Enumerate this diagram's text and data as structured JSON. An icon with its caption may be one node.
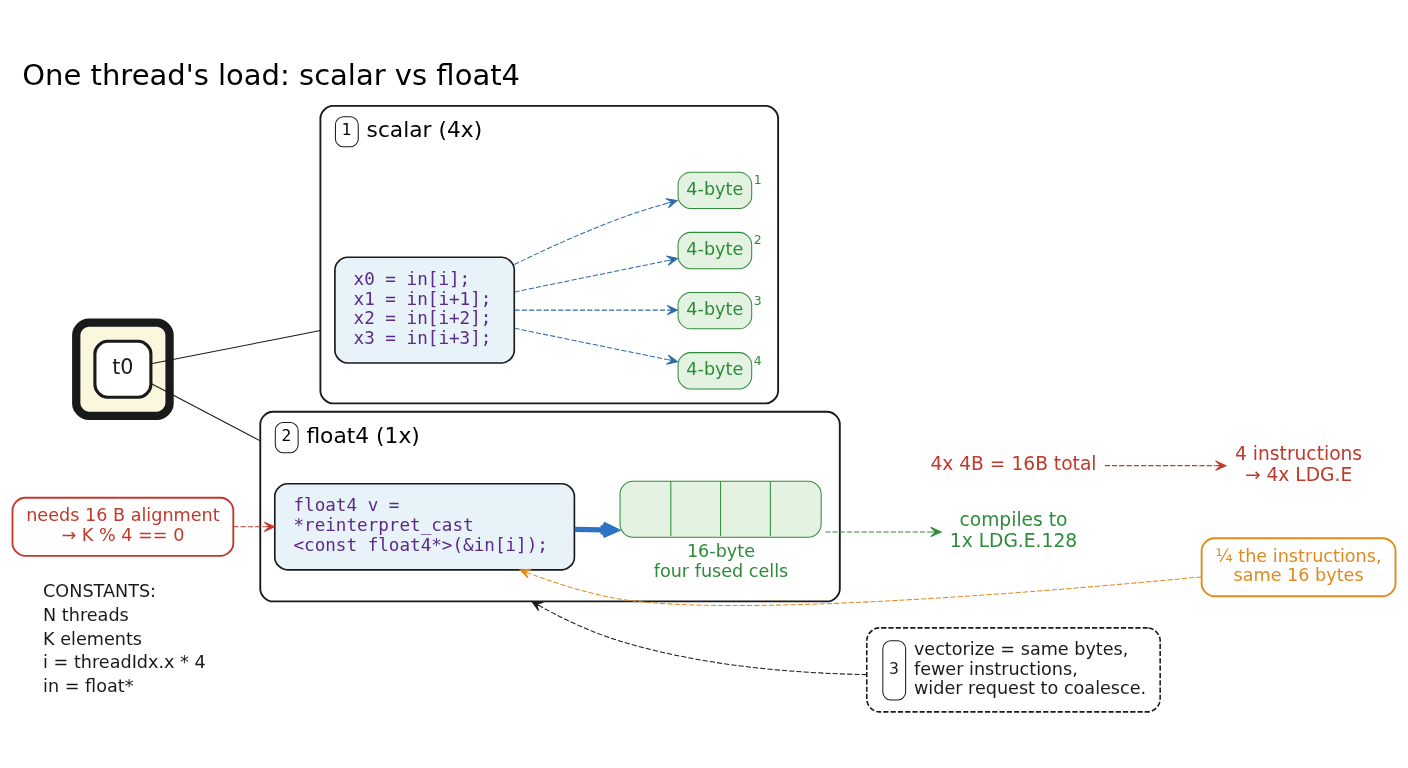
{
  "diagram": {
    "title": "One thread's load: scalar vs float4",
    "nodes": [
      {
        "text": [],
        "shape": "picture"
      },
      {
        "text": [
          "t0"
        ],
        "in": 0
      },
      {
        "text": [
          "1",
          "scalar (4x)"
        ]
      },
      {
        "text": [
          "x0 = in[i];",
          "x1 = in[i+1];",
          "x2 = in[i+2];",
          "x3 = in[i+3];"
        ],
        "in": 2
      },
      {
        "text": [
          "4-byte"
        ],
        "beside": [
          "1"
        ],
        "in": 2
      },
      {
        "text": [
          "4-byte"
        ],
        "beside": [
          "2"
        ],
        "in": 2
      },
      {
        "text": [
          "4-byte"
        ],
        "beside": [
          "3"
        ],
        "in": 2
      },
      {
        "text": [
          "4-byte"
        ],
        "beside": [
          "4"
        ],
        "in": 2
      },
      {
        "text": [
          "4 instructions → 4x LDG.E"
        ]
      },
      {
        "text": [
          "4x 4B = 16B total"
        ]
      },
      {
        "text": [
          "¼ the instructions, same 16 bytes"
        ]
      },
      {
        "text": [
          "2",
          "float4 (1x)"
        ]
      },
      {
        "text": [
          "float4 v = *reinterpret_cast <const float4*>(&in[i]);"
        ],
        "in": 11
      },
      {
        "text": [],
        "shape": "box",
        "beside": [
          "16-byte four fused cells"
        ],
        "in": 11
      },
      {
        "text": [
          "compiles to 1x LDG.E.128"
        ]
      },
      {
        "text": [
          "needs 16 B alignment → K % 4 == 0"
        ]
      },
      {
        "text": [
          "3",
          "vectorize = same bytes, fewer instructions, wider request to coalesce."
        ]
      }
    ],
    "edges": [
      {
        "from": 1,
        "to": 2,
        "arrow": "none",
        "color": "#1a1a1a"
      },
      {
        "from": 1,
        "to": 11,
        "arrow": "none",
        "color": "#1a1a1a"
      },
      {
        "from": 3,
        "to": 4,
        "arrow": "to",
        "style": "dashed",
        "color": "#2f6aa8"
      },
      {
        "from": 3,
        "to": 5,
        "arrow": "to",
        "style": "dashed",
        "color": "#2f6aa8"
      },
      {
        "from": 3,
        "to": 6,
        "arrow": "to",
        "style": "dashed",
        "color": "#2f6aa8"
      },
      {
        "from": 3,
        "to": 7,
        "arrow": "to",
        "style": "dashed",
        "color": "#2f6aa8"
      },
      {
        "from": 9,
        "to": 8,
        "arrow": "to",
        "style": "dashed",
        "color": "#c0392b"
      },
      {
        "from": 10,
        "to": 12,
        "arrow": "to",
        "style": "dashed",
        "color": "#e08a1e"
      },
      {
        "from": 12,
        "to": 13,
        "arrow": "to",
        "style": "thick",
        "color": "#2f72c4"
      },
      {
        "from": 13,
        "to": 14,
        "arrow": "to",
        "style": "dashed",
        "color": "#2e8b3a"
      },
      {
        "from": 15,
        "to": 12,
        "arrow": "to",
        "style": "dashed",
        "color": "#c0392b"
      },
      {
        "from": 16,
        "to": 11,
        "arrow": "to",
        "style": "dashed",
        "color": "#1a1a1a"
      }
    ],
    "labels": [
      "CONSTANTS:",
      "N threads",
      "K elements",
      "i = threadIdx.x * 4",
      "in = float*"
    ]
  }
}
